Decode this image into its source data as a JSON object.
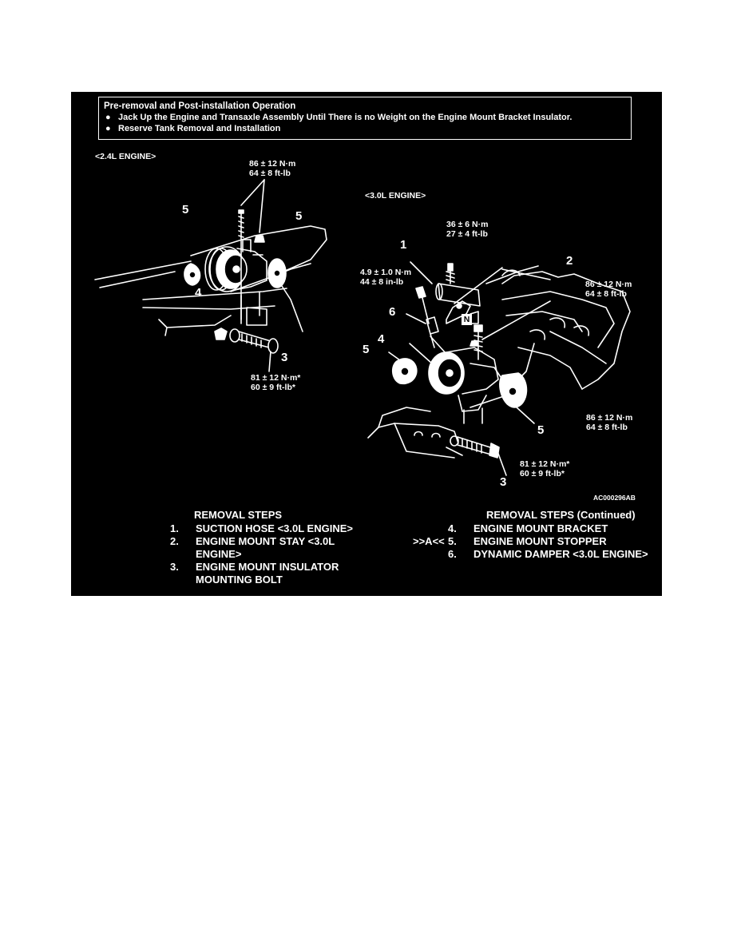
{
  "preop": {
    "title": "Pre-removal and Post-installation Operation",
    "items": [
      "Jack Up the Engine and Transaxle Assembly Until There is no Weight on the Engine Mount Bracket Insulator.",
      "Reserve Tank Removal and Installation"
    ]
  },
  "diagram": {
    "engine_24": "<2.4L ENGINE>",
    "engine_30": "<3.0L ENGINE>",
    "torque_24_top": [
      "86 ± 12 N·m",
      "64 ± 8 ft-lb"
    ],
    "torque_24_bolt": [
      "81 ± 12 N·m*",
      "60 ± 9 ft-lb*"
    ],
    "torque_30_hose": [
      "36 ± 6 N·m",
      "27 ± 4 ft-lb"
    ],
    "torque_30_damper": [
      "4.9 ± 1.0 N·m",
      "44 ± 8 in-lb"
    ],
    "torque_30_right": [
      "86 ± 12 N·m",
      "64 ± 8 ft-lb"
    ],
    "torque_30_stopper": [
      "86 ± 12 N·m",
      "64 ± 8 ft-lb"
    ],
    "torque_30_bolt": [
      "81 ± 12 N·m*",
      "60 ± 9 ft-lb*"
    ],
    "callouts": {
      "c1": "1",
      "c2": "2",
      "c3a": "3",
      "c3b": "3",
      "c4a": "4",
      "c4b": "4",
      "c5a": "5",
      "c5b": "5",
      "c5c": "5",
      "c5d": "5",
      "c6": "6"
    },
    "nut_marker": "N",
    "figure_id": "AC000296AB"
  },
  "steps_left": {
    "heading": "REMOVAL STEPS",
    "items": [
      {
        "num": "1.",
        "text": "SUCTION HOSE <3.0L ENGINE>"
      },
      {
        "num": "2.",
        "text": "ENGINE MOUNT STAY <3.0L ENGINE>"
      },
      {
        "num": "3.",
        "text": "ENGINE MOUNT INSULATOR MOUNTING BOLT"
      }
    ]
  },
  "steps_right": {
    "heading": "REMOVAL STEPS (Continued)",
    "items": [
      {
        "mark": "",
        "num": "4.",
        "text": "ENGINE MOUNT BRACKET"
      },
      {
        "mark": ">>A<<",
        "num": "5.",
        "text": "ENGINE MOUNT STOPPER"
      },
      {
        "mark": "",
        "num": "6.",
        "text": "DYNAMIC DAMPER <3.0L ENGINE>"
      }
    ]
  }
}
